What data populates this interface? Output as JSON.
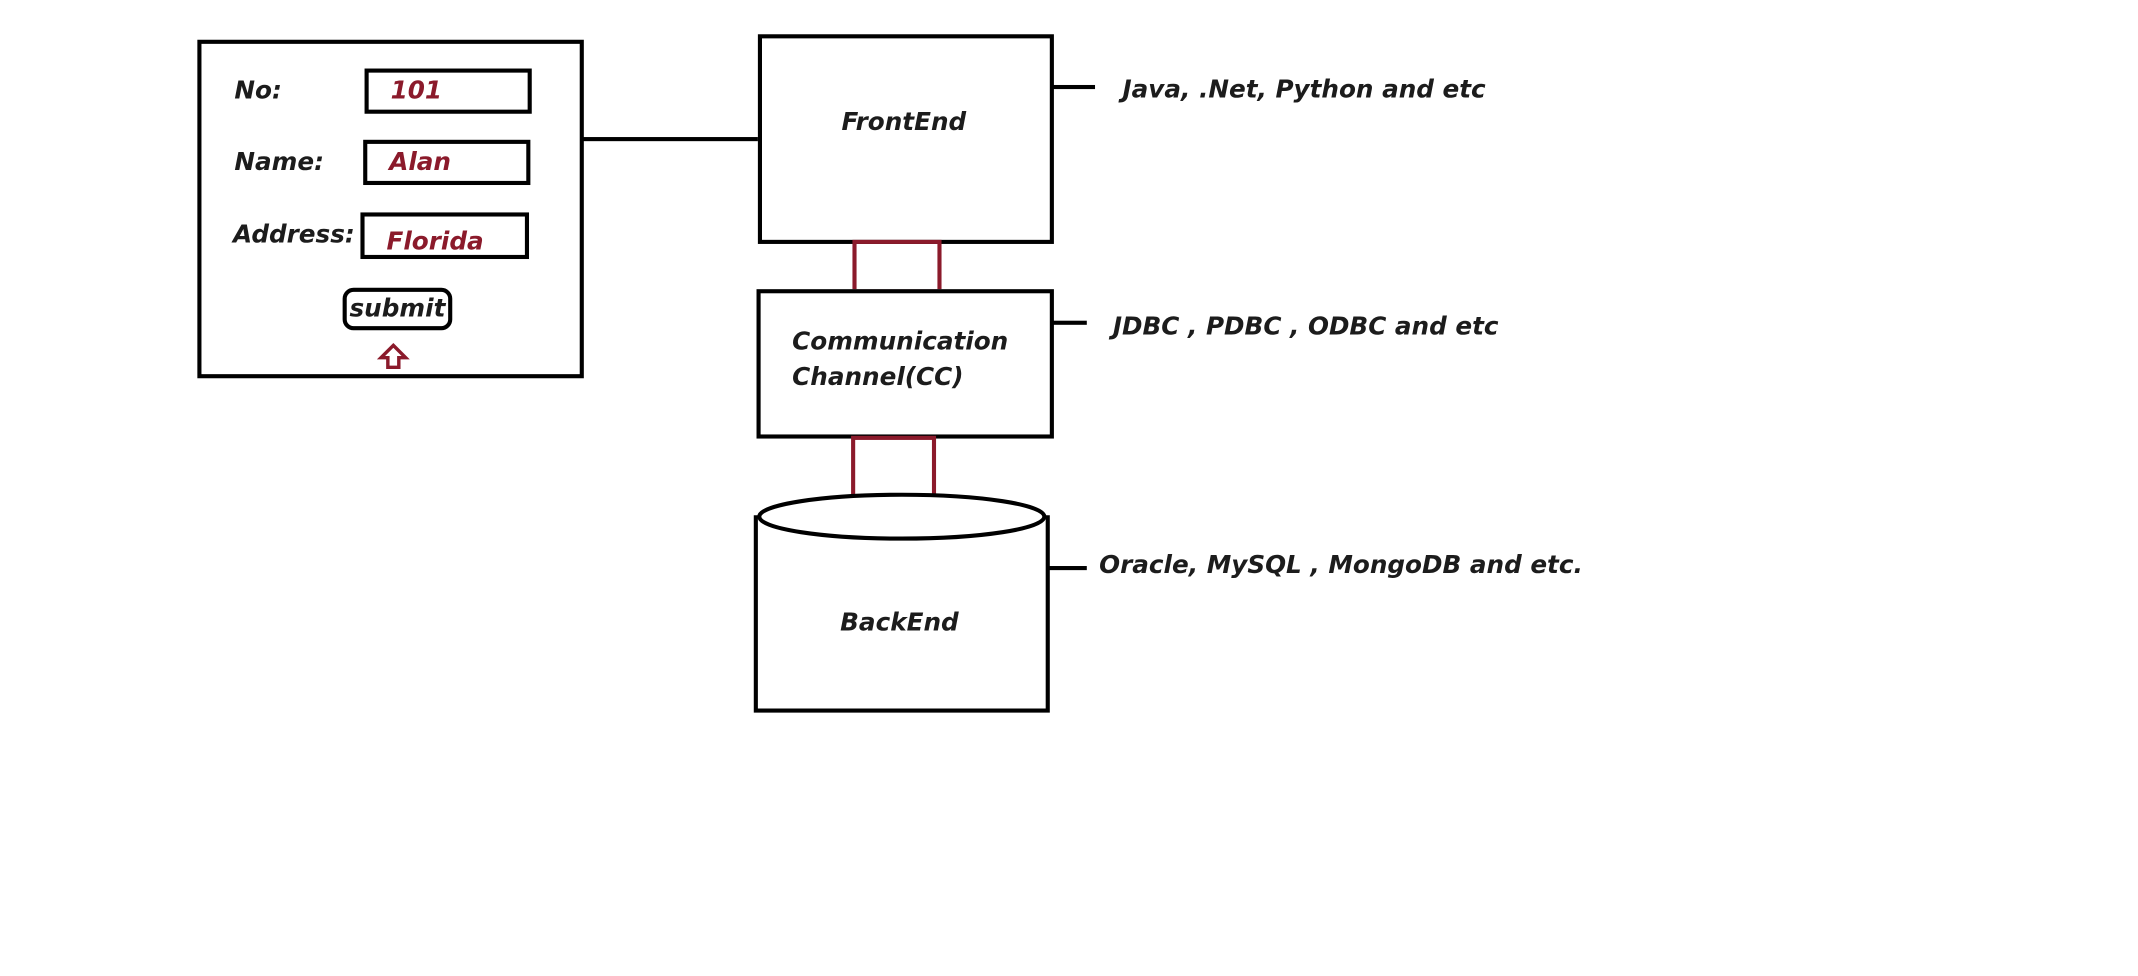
{
  "form": {
    "no_label": "No:",
    "no_value": "101",
    "name_label": "Name:",
    "name_value": "Alan",
    "address_label": "Address:",
    "address_value": "Florida",
    "submit_label": "submit"
  },
  "layers": {
    "frontend": {
      "label": "FrontEnd",
      "annotation": "Java, .Net, Python and etc"
    },
    "channel": {
      "label_line1": "Communication",
      "label_line2": "Channel(CC)",
      "annotation": "JDBC , PDBC , ODBC and etc"
    },
    "backend": {
      "label": "BackEnd",
      "annotation": "Oracle, MySQL , MongoDB and etc."
    }
  },
  "colors": {
    "accent": "#8b1a2b",
    "stroke": "#000000"
  },
  "icons": {
    "submit_pointer": "up-arrow-icon"
  }
}
